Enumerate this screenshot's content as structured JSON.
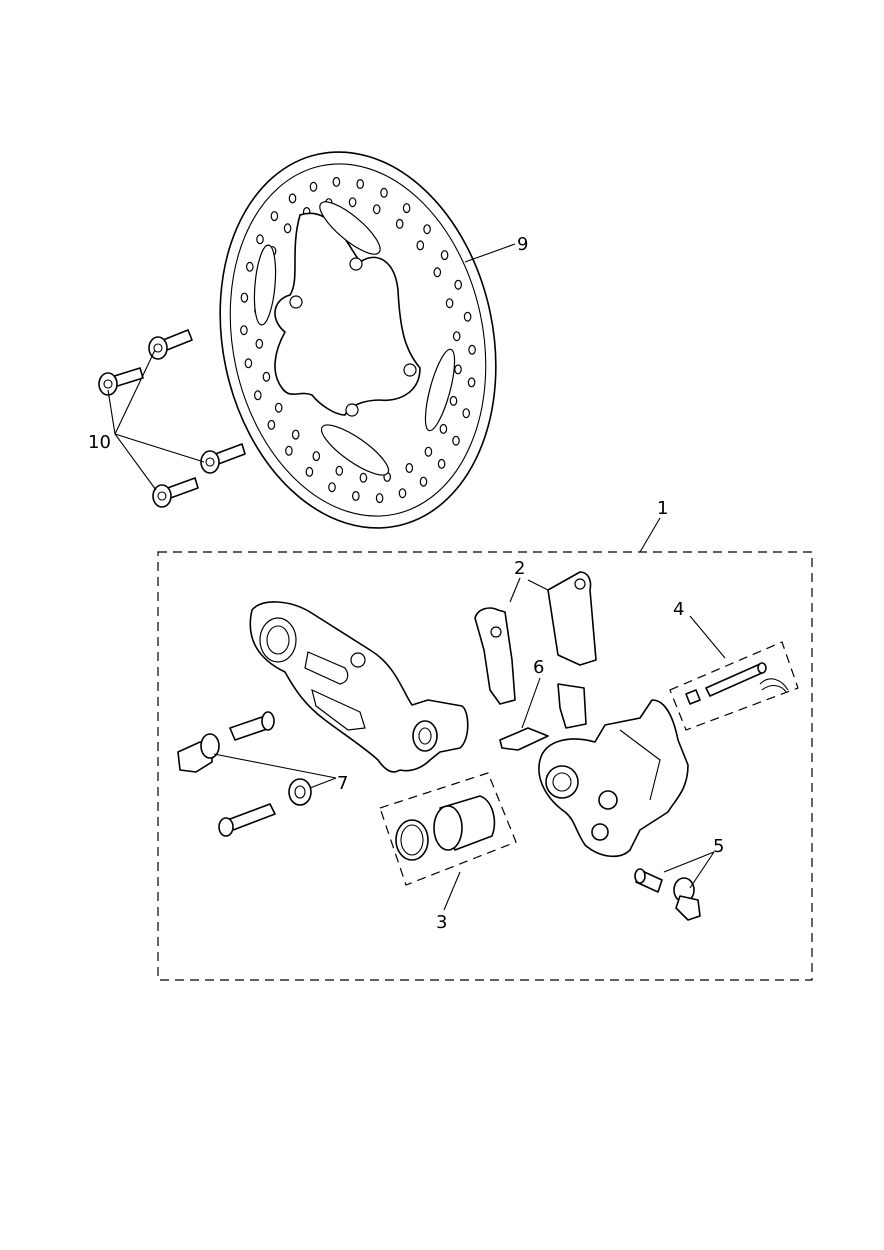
{
  "callouts": {
    "c1": "1",
    "c2": "2",
    "c3": "3",
    "c4": "4",
    "c5": "5",
    "c6": "6",
    "c7": "7",
    "c9": "9",
    "c10": "10"
  }
}
